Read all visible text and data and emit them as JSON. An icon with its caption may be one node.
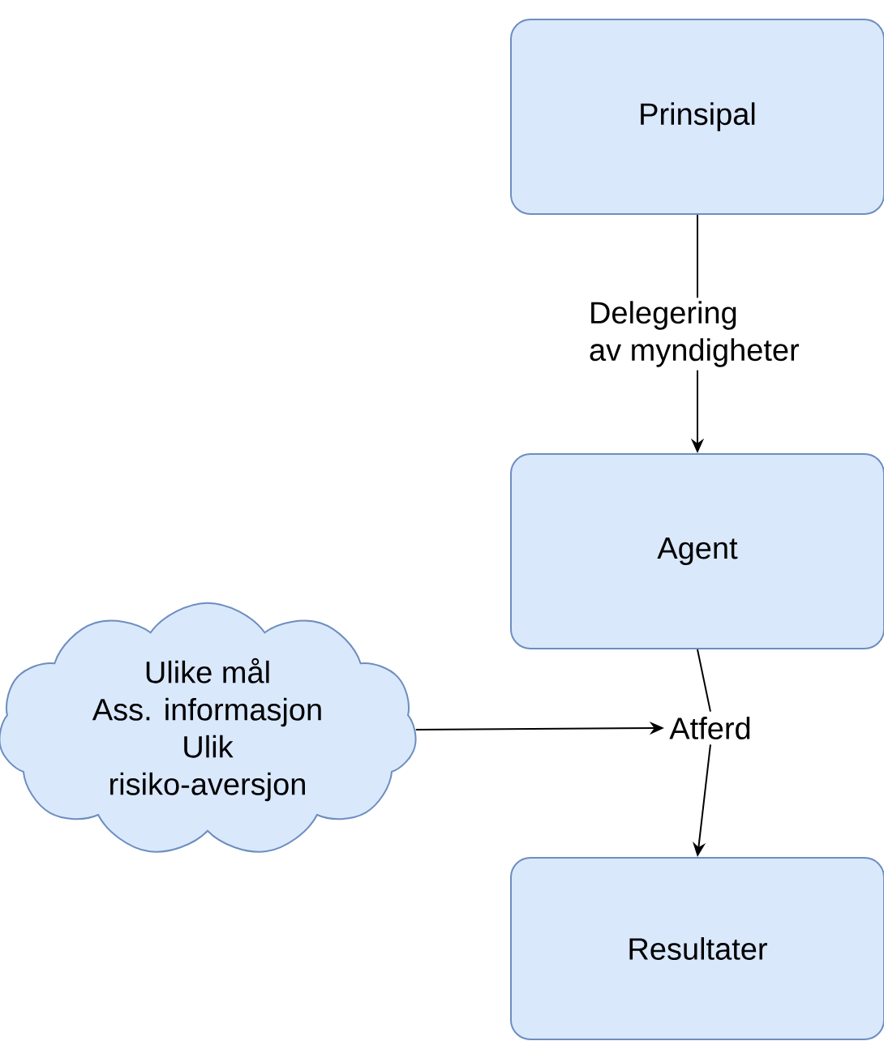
{
  "diagram": {
    "nodes": [
      {
        "text": [
          "Prinsipal"
        ]
      },
      {
        "text": [
          "Agent"
        ]
      },
      {
        "text": [
          "Resultater"
        ]
      },
      {
        "text": [
          "Ulike mål Ass. informasjon Ulik risiko-aversjon"
        ]
      },
      {
        "text": [
          "Atferd"
        ]
      }
    ],
    "edges": [
      {
        "from": 0,
        "to": 1,
        "arrow": "to",
        "label": "Delegering av myndigheter"
      },
      {
        "from": 1,
        "to": 4,
        "arrow": "none"
      },
      {
        "from": 4,
        "to": 2,
        "arrow": "to"
      },
      {
        "from": 3,
        "to": 4,
        "arrow": "to"
      }
    ]
  }
}
